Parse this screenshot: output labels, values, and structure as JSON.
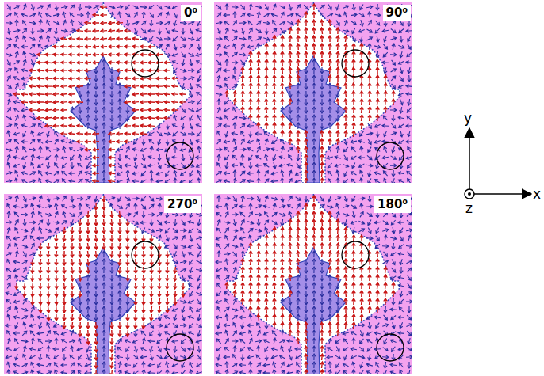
{
  "diagram": {
    "labels": [
      "0⁰",
      "90⁰",
      "270⁰",
      "180⁰",
      "y",
      "x",
      "z"
    ]
  }
}
